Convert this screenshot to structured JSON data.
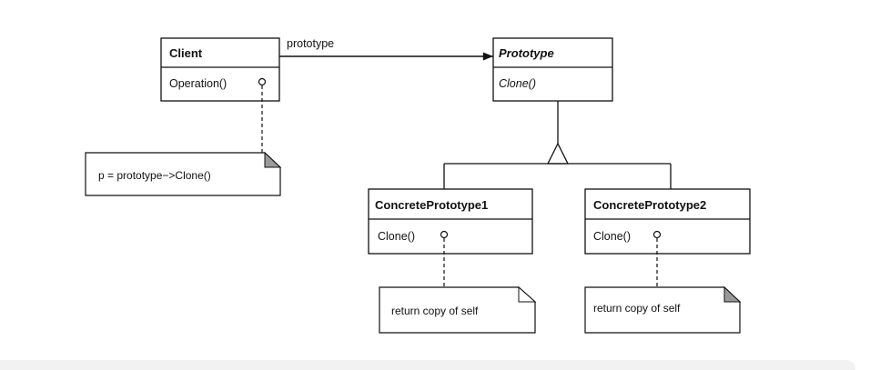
{
  "diagram": {
    "classes": {
      "client": {
        "name": "Client",
        "operation": "Operation()"
      },
      "prototype": {
        "name": "Prototype",
        "operation": "Clone()"
      },
      "concrete1": {
        "name": "ConcretePrototype1",
        "operation": "Clone()"
      },
      "concrete2": {
        "name": "ConcretePrototype2",
        "operation": "Clone()"
      }
    },
    "association_label": "prototype",
    "notes": {
      "client_note": "p = prototype−>Clone()",
      "concrete1_note": "return copy of self",
      "concrete2_note": "return copy of self"
    }
  }
}
